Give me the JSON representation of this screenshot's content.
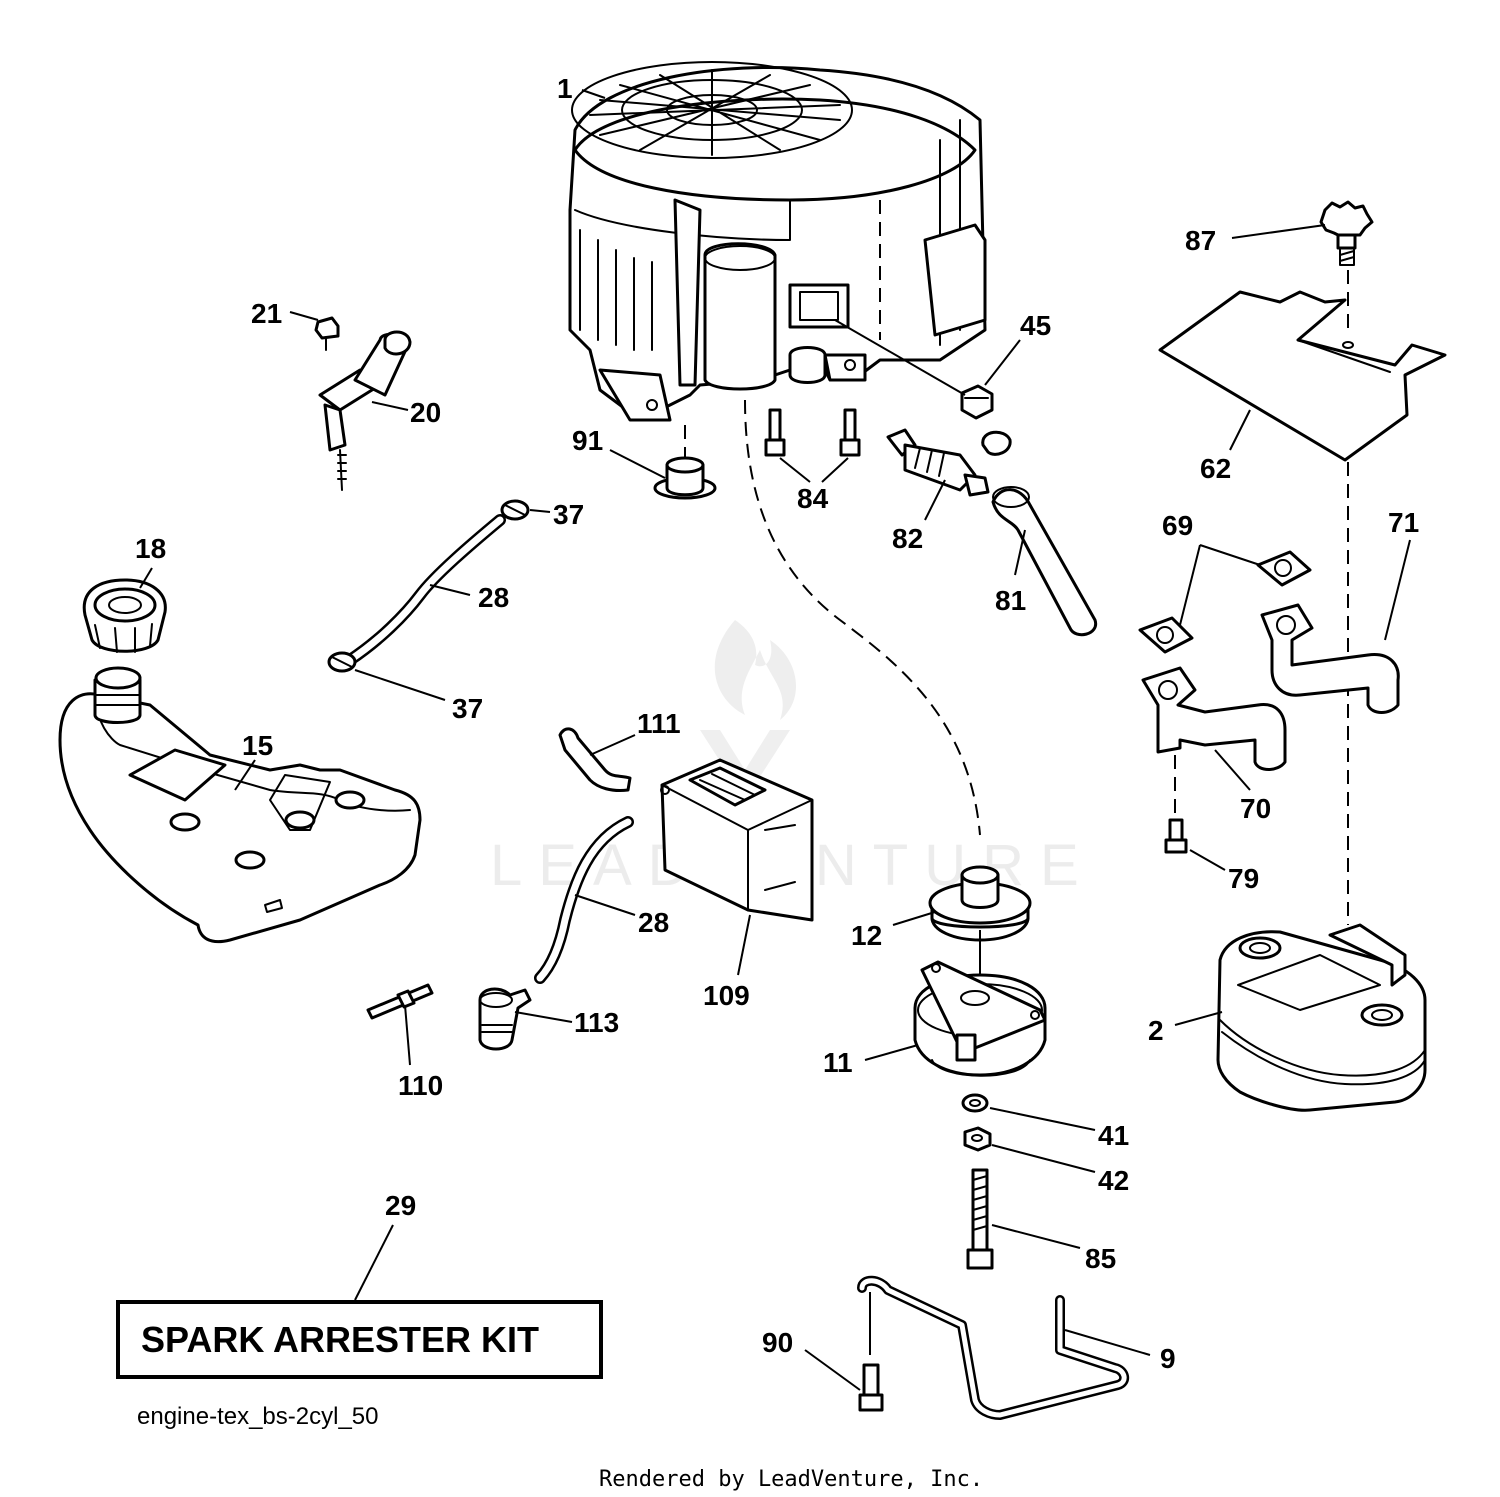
{
  "diagram": {
    "watermark": "LEADVENTURE",
    "kit_label": "SPARK ARRESTER KIT",
    "reference_code": "engine-tex_bs-2cyl_50",
    "footer": "Rendered by LeadVenture, Inc.",
    "callouts": {
      "c1": "1",
      "c2": "2",
      "c9": "9",
      "c11": "11",
      "c12": "12",
      "c15": "15",
      "c18": "18",
      "c20": "20",
      "c21": "21",
      "c28a": "28",
      "c28b": "28",
      "c29": "29",
      "c37a": "37",
      "c37b": "37",
      "c41": "41",
      "c42": "42",
      "c45": "45",
      "c62": "62",
      "c69": "69",
      "c70": "70",
      "c71": "71",
      "c79": "79",
      "c81": "81",
      "c82": "82",
      "c84": "84",
      "c85": "85",
      "c87": "87",
      "c90": "90",
      "c91": "91",
      "c109": "109",
      "c110": "110",
      "c111": "111",
      "c113": "113"
    }
  }
}
